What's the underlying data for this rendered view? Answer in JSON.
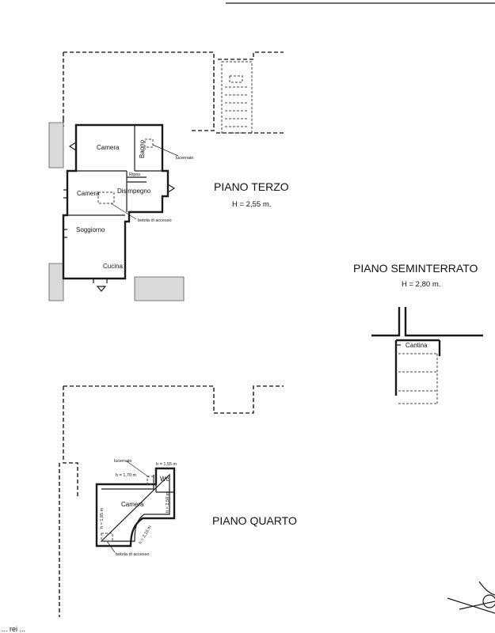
{
  "floor_third": {
    "title": "PIANO TERZO",
    "height": "H = 2,55 m.",
    "rooms": {
      "camera_top": "Camera",
      "bagno": "Bagno",
      "lucernaio": "lucernaio",
      "ripos": "Ripos",
      "camera_left": "Camera",
      "disimpegno": "Disimpegno",
      "botola": "botola di accesso",
      "soggiorno": "Soggiorno",
      "cucina": "Cucina"
    }
  },
  "floor_basement": {
    "title": "PIANO SEMINTERRATO",
    "height": "H = 2,80 m.",
    "rooms": {
      "cantina": "Cantina"
    }
  },
  "floor_fourth": {
    "title": "PIANO QUARTO",
    "rooms": {
      "lucernaio": "lucernaio",
      "h_155": "h = 1,55 m",
      "h_170": "h = 1,70 m",
      "wc": "Wc",
      "camera": "Camera",
      "h_105": "h = 1,05 m",
      "h_250": "h = 2,50 m",
      "h_215": "h = 2,15 m",
      "botola": "botola di accesso"
    }
  },
  "footer_fragment": "... rei ... "
}
